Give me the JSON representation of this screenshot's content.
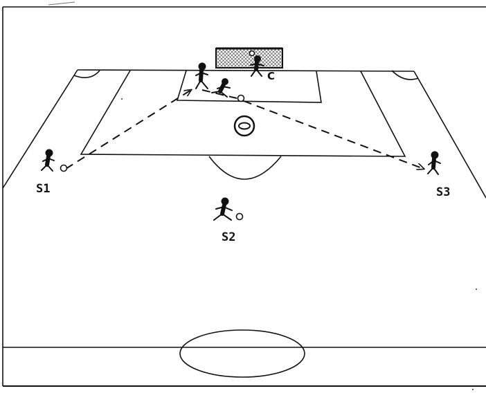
{
  "labels": {
    "s1": "S1",
    "s2": "S2",
    "s3": "S3",
    "c": "C"
  },
  "colors": {
    "line": "#111111",
    "background": "#ffffff"
  },
  "icons": [
    "soccer-player-icon",
    "ball-icon",
    "goal-net-icon",
    "cone-icon"
  ]
}
